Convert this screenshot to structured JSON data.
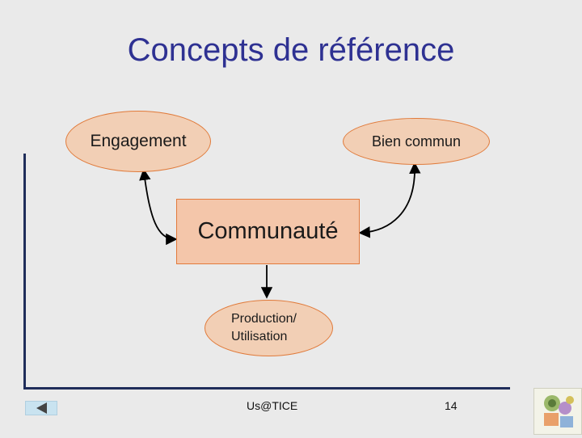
{
  "slide": {
    "title": "Concepts de référence",
    "nodes": {
      "engagement": "Engagement",
      "bien_commun": "Bien commun",
      "communaute": "Communauté",
      "production_line1": "Production/",
      "production_line2": "Utilisation"
    },
    "footer": {
      "center": "Us@TICE",
      "page_number": "14"
    },
    "colors": {
      "title": "#2e3192",
      "node_fill": "#f2cfb5",
      "node_border": "#e07a3a",
      "axis": "#1f2d5a"
    }
  }
}
